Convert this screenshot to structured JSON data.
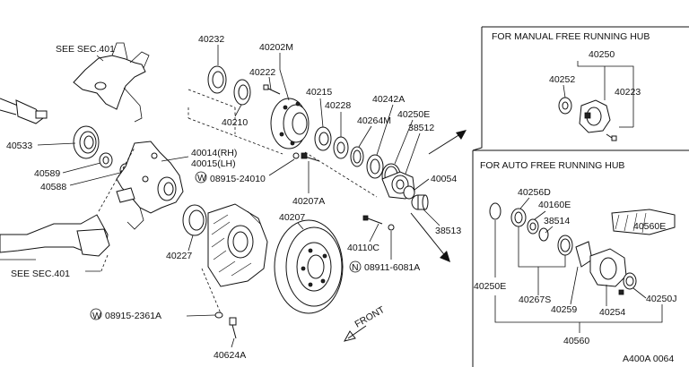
{
  "panels": {
    "manual_title": "FOR MANUAL FREE RUNNING HUB",
    "auto_title": "FOR AUTO FREE RUNNING HUB"
  },
  "refs": {
    "see_sec_top": "SEE SEC.401",
    "see_sec_bottom": "SEE SEC.401"
  },
  "labels": {
    "p40232": "40232",
    "p40202m": "40202M",
    "p40222": "40222",
    "p40215": "40215",
    "p40228": "40228",
    "p40242a": "40242A",
    "p40264m": "40264M",
    "p40250e_top": "40250E",
    "p38512": "38512",
    "p40210": "40210",
    "p40533": "40533",
    "p40589": "40589",
    "p40588": "40588",
    "p40014": "40014(RH)",
    "p40015": "40015(LH)",
    "p08915_24010": "08915-24010",
    "p40054": "40054",
    "p40207a": "40207A",
    "p40227": "40227",
    "p40207": "40207",
    "p40110c": "40110C",
    "p38513": "38513",
    "p08911_6081a": "08911-6081A",
    "p08915_2361a": "08915-2361A",
    "p40624a": "40624A",
    "p40250": "40250",
    "p40252": "40252",
    "p40223": "40223",
    "p40256d": "40256D",
    "p40160e": "40160E",
    "p38514": "38514",
    "p40560e": "40560E",
    "p40250e_auto": "40250E",
    "p40267s": "40267S",
    "p40259": "40259",
    "p40254": "40254",
    "p40250j": "40250J",
    "p40560": "40560"
  },
  "prefixes": {
    "washer": "W",
    "nut": "N"
  },
  "front_label": "FRONT",
  "diagram_code": "A400A 0064"
}
